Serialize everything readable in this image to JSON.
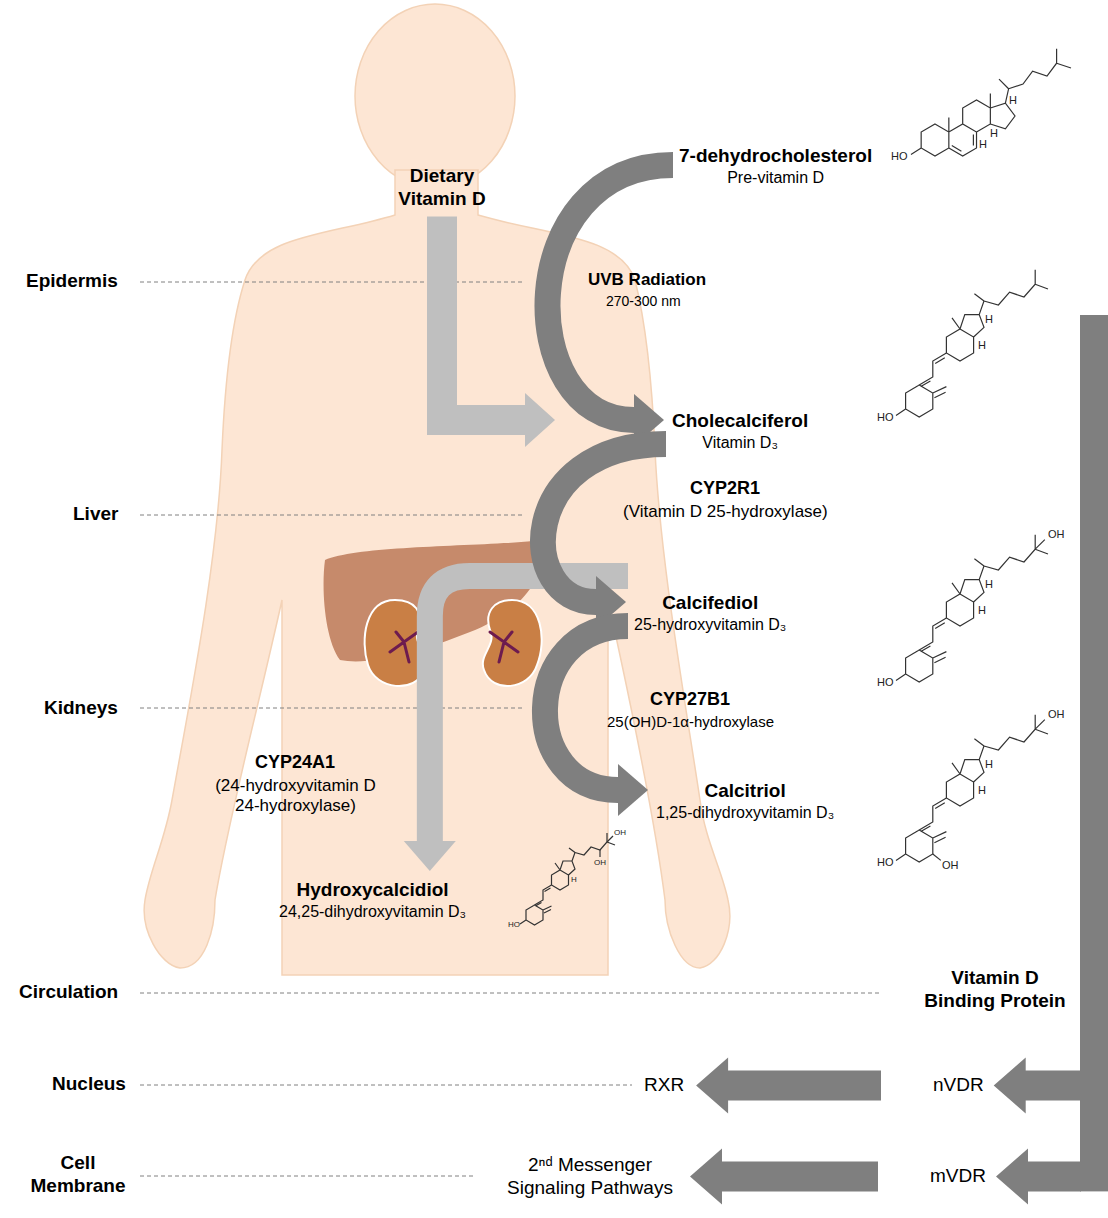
{
  "diagram": {
    "nodes": [
      {
        "text": [
          "Dietary Vitamin D"
        ]
      },
      {
        "text": [
          "7-dehydrocholesterol",
          "Pre-vitamin D"
        ]
      },
      {
        "text": [
          "Cholecalciferol",
          "Vitamin D₃"
        ]
      },
      {
        "text": [
          "Calcifediol",
          "25-hydroxyvitamin D₃"
        ]
      },
      {
        "text": [
          "Calcitriol",
          "1,25-dihydroxyvitamin D₃"
        ]
      },
      {
        "text": [
          "Hydroxycalcidiol",
          "24,25-dihydroxyvitamin D₃"
        ]
      },
      {
        "text": [
          "Vitamin D Binding Protein"
        ]
      },
      {
        "text": [
          "nVDR"
        ]
      },
      {
        "text": [
          "mVDR"
        ]
      },
      {
        "text": [
          "RXR"
        ]
      },
      {
        "text": [
          "2ⁿᵈ Messenger Signaling Pathways"
        ]
      }
    ],
    "edges": [
      {
        "from": 0,
        "to": 2,
        "arrow": "to"
      },
      {
        "from": 1,
        "to": 2,
        "arrow": "to"
      },
      {
        "from": 2,
        "to": 3,
        "arrow": "to"
      },
      {
        "from": 3,
        "to": 4,
        "arrow": "to"
      },
      {
        "from": 3,
        "to": 5,
        "arrow": "to"
      },
      {
        "from": 7,
        "to": 9,
        "arrow": "to"
      },
      {
        "from": 8,
        "to": 10,
        "arrow": "to"
      }
    ],
    "labels": [
      "Epidermis",
      "Liver",
      "Kidneys",
      "Circulation",
      "Nucleus",
      "Cell Membrane",
      "UVB Radiation",
      "270-300 nm",
      "CYP2R1",
      "(Vitamin D 25-hydroxylase)",
      "CYP27B1",
      "25(OH)D-1α-hydroxylase",
      "CYP24A1",
      "(24-hydroxyvitamin D 24-hydroxylase)",
      "HO",
      "H",
      "H",
      "H",
      "H",
      "H",
      "HO",
      "OH",
      "H",
      "H",
      "HO",
      "OH",
      "H",
      "H",
      "HO",
      "OH",
      "OH",
      "OH",
      "H",
      "HO"
    ]
  }
}
